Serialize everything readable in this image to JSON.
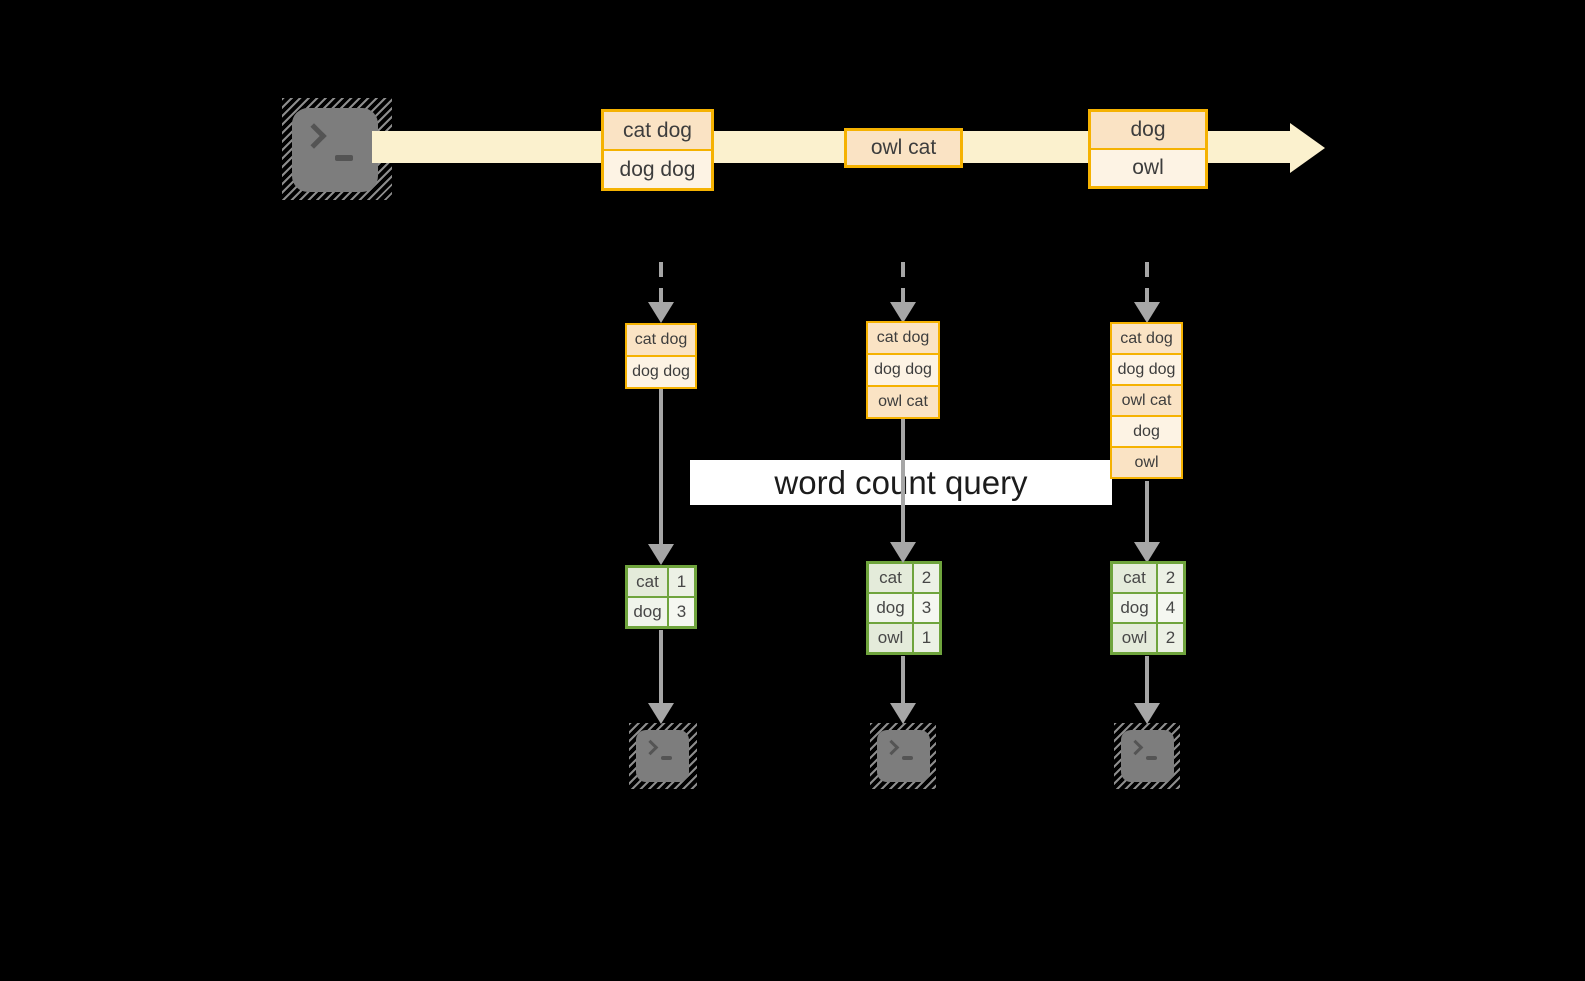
{
  "colors": {
    "background": "#000000",
    "stream-yellow": "#FBF1CE",
    "orange-border": "#F5B201",
    "peach-dark": "#FAE3C4",
    "peach-light": "#FDF3E4",
    "green-border": "#6FA43D",
    "green-cell-dark": "#E4EBDA",
    "green-cell-dark2": "#ECF1E5",
    "green-cell-light": "#F0F4EB",
    "green-cell-light2": "#F5F7F1",
    "arrow-gray": "#A6A6A6",
    "terminal-gray": "#7D7D7D",
    "terminal-glyph": "#545454",
    "text-dark": "#3D3D3D",
    "label-bg": "#FFFFFF",
    "label-text": "#1C1C1C"
  },
  "stream": {
    "boxes": [
      {
        "rows": [
          "cat dog",
          "dog dog"
        ]
      },
      {
        "rows": [
          "owl cat"
        ]
      },
      {
        "rows": [
          "dog",
          "owl"
        ]
      }
    ]
  },
  "query_label": "word count query",
  "columns": [
    {
      "buffer_rows": [
        "cat dog",
        "dog dog"
      ],
      "counts": [
        {
          "word": "cat",
          "count": "1"
        },
        {
          "word": "dog",
          "count": "3"
        }
      ]
    },
    {
      "buffer_rows": [
        "cat dog",
        "dog dog",
        "owl cat"
      ],
      "counts": [
        {
          "word": "cat",
          "count": "2"
        },
        {
          "word": "dog",
          "count": "3"
        },
        {
          "word": "owl",
          "count": "1"
        }
      ]
    },
    {
      "buffer_rows": [
        "cat dog",
        "dog dog",
        "owl cat",
        "dog",
        "owl"
      ],
      "counts": [
        {
          "word": "cat",
          "count": "2"
        },
        {
          "word": "dog",
          "count": "4"
        },
        {
          "word": "owl",
          "count": "2"
        }
      ]
    }
  ]
}
